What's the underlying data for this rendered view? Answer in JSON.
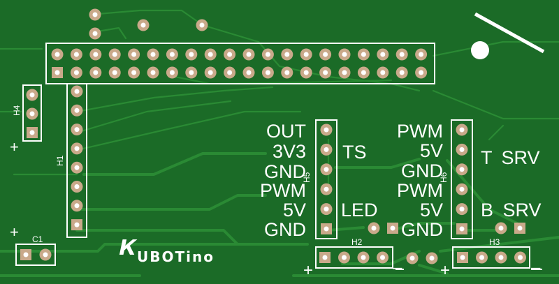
{
  "board": {
    "color_copper": "#1b6b27",
    "color_trace": "#2a8a34",
    "color_pad": "#c9a98a",
    "color_silk": "#ffffff"
  },
  "logo": {
    "text": "UBOTino"
  },
  "headers": {
    "h1": {
      "name": "H1"
    },
    "h2": {
      "name": "H2",
      "plus": "+",
      "minus": "–"
    },
    "h3": {
      "name": "H3",
      "plus": "+",
      "minus": "–"
    },
    "h4": {
      "name": "H4",
      "plus": "+"
    },
    "h5": {
      "name": "H5",
      "pins": [
        "OUT",
        "3V3",
        "GND",
        "PWM",
        "5V",
        "GND"
      ],
      "group_top": "TS",
      "group_bottom": "LED"
    },
    "h6": {
      "name": "H6",
      "pins": [
        "PWM",
        "5V",
        "GND",
        "PWM",
        "5V",
        "GND"
      ],
      "group_top": "T SRV",
      "group_bottom": "B SRV"
    },
    "c1": {
      "name": "C1",
      "plus": "+"
    }
  }
}
